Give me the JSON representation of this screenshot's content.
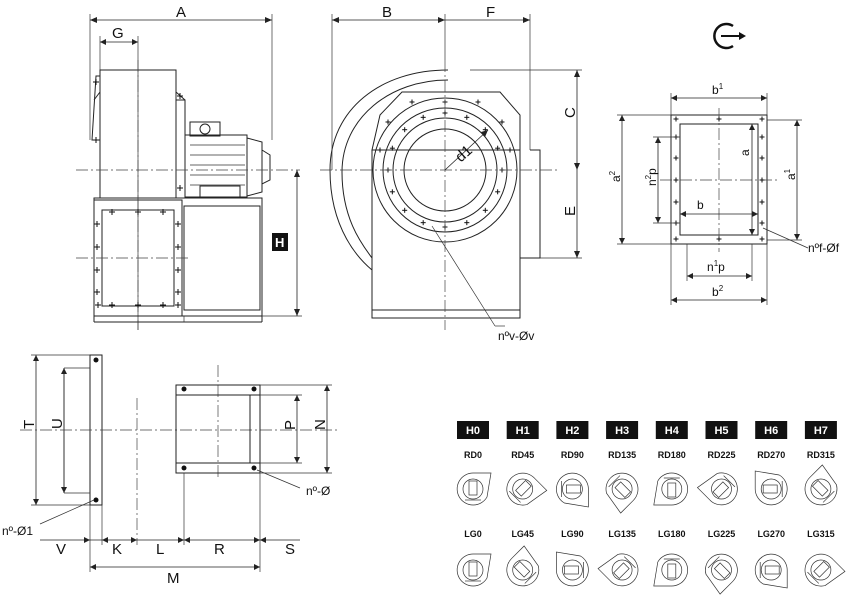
{
  "front_view": {
    "dims": {
      "A": "A",
      "G": "G",
      "H": "H"
    }
  },
  "side_view": {
    "dims": {
      "B": "B",
      "F": "F",
      "C": "C",
      "E": "E",
      "d1": "d1"
    },
    "callout": "nºv-Øv"
  },
  "rotation_icon": "rotation-clockwise-icon",
  "outlet_flange": {
    "dims": {
      "b1": "b",
      "b1_sup": "1",
      "b2": "b",
      "b2_sup": "2",
      "b": "b",
      "a": "a",
      "a1": "a",
      "a1_sup": "1",
      "a2": "a",
      "a2_sup": "2",
      "n1p": "n",
      "n1p_sup": "1",
      "n1p_tail": "p",
      "n2p": "n",
      "n2p_sup": "2",
      "n2p_tail": "p"
    },
    "callout": "nºf-Øf"
  },
  "base_view": {
    "dims": {
      "T": "T",
      "U": "U",
      "P": "P",
      "N": "N",
      "V": "V",
      "K": "K",
      "L": "L",
      "R": "R",
      "S": "S",
      "M": "M"
    },
    "callout_hole": "nº-Ø",
    "callout_hole1": "nº-Ø1"
  },
  "positions": {
    "codes": [
      "H0",
      "H1",
      "H2",
      "H3",
      "H4",
      "H5",
      "H6",
      "H7"
    ],
    "rd_labels": [
      "RD0",
      "RD45",
      "RD90",
      "RD135",
      "RD180",
      "RD225",
      "RD270",
      "RD315"
    ],
    "lg_labels": [
      "LG0",
      "LG45",
      "LG90",
      "LG135",
      "LG180",
      "LG225",
      "LG270",
      "LG315"
    ]
  }
}
